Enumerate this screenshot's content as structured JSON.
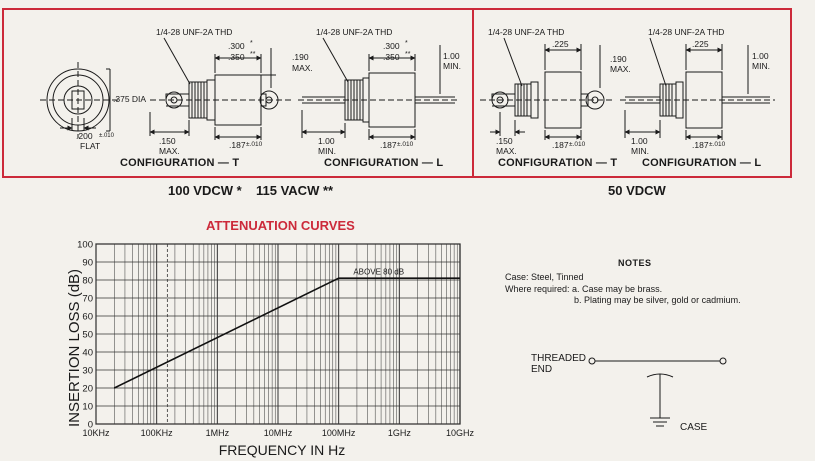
{
  "top": {
    "thread_spec": "1/4-28 UNF-2A THD",
    "dia_label": ".375 DIA",
    "flat_label": "FLAT",
    "flat_dim": ".200",
    "tol_010": "±.010",
    "dim_300": ".300",
    "dim_350": ".350",
    "dim_225": ".225",
    "dim_190": ".190",
    "max_label": "MAX.",
    "dim_100": "1.00",
    "min_label": "MIN.",
    "dim_150": ".150",
    "dim_187": ".187",
    "stars_one": "*",
    "stars_two": "**",
    "cfg_t": "CONFIGURATION — T",
    "cfg_l": "CONFIGURATION — L",
    "rating_100": "100 VDCW *",
    "rating_115": "115 VACW **",
    "rating_50": "50 VDCW"
  },
  "attenuation": {
    "title": "ATTENUATION CURVES",
    "ylabel": "INSERTION LOSS (dB)",
    "xlabel": "FREQUENCY IN Hz",
    "annotation": "ABOVE 80 dB"
  },
  "notes": {
    "title": "NOTES",
    "case_line": "Case: Steel, Tinned",
    "where_line": "Where required: a. Case may be brass.",
    "plating_line": "b. Plating may be silver, gold or cadmium."
  },
  "schematic": {
    "threaded": "THREADED",
    "end": "END",
    "case": "CASE"
  },
  "chart_data": {
    "type": "line",
    "title": "ATTENUATION CURVES",
    "xlabel": "FREQUENCY IN Hz",
    "ylabel": "INSERTION LOSS (dB)",
    "x_scale": "log",
    "x_ticks": [
      "10KHz",
      "100KHz",
      "1MHz",
      "10MHz",
      "100MHz",
      "1GHz",
      "10GHz"
    ],
    "y_ticks": [
      0,
      10,
      20,
      30,
      40,
      50,
      60,
      70,
      80,
      90,
      100
    ],
    "ylim": [
      0,
      100
    ],
    "xlim_hz": [
      10000,
      10000000000
    ],
    "grid": true,
    "reference_line_hz": 150000,
    "series": [
      {
        "x_hz": [
          20000,
          100000000,
          10000000000
        ],
        "y": [
          20,
          81,
          81
        ]
      }
    ],
    "annotation": {
      "text": "ABOVE 80 dB",
      "x_hz": 150000000,
      "y": 83
    }
  }
}
